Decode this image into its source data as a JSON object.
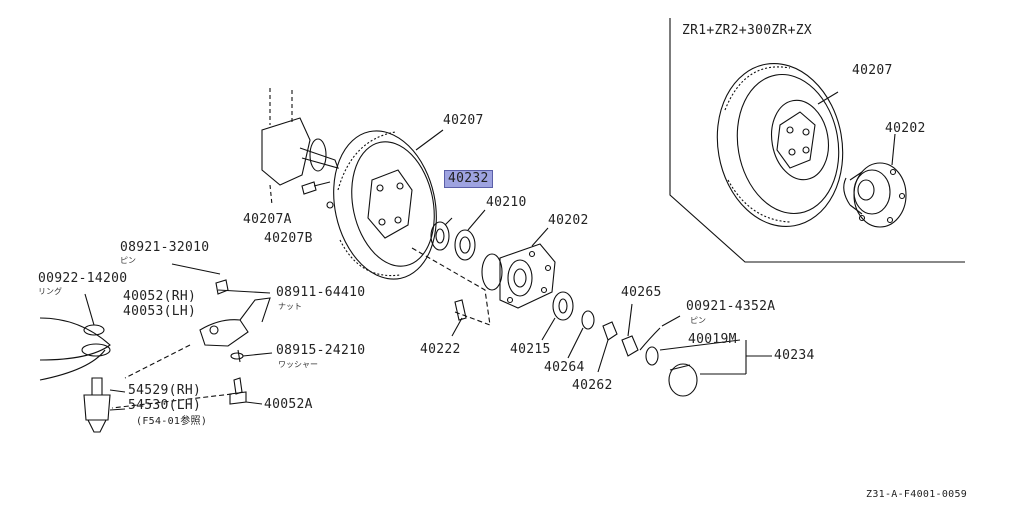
{
  "inset": {
    "title": "ZR1+ZR2+300ZR+ZX",
    "labels": {
      "rotor": "40207",
      "hub": "40202"
    }
  },
  "parts": {
    "p40207": "40207",
    "p40232": "40232",
    "p40210": "40210",
    "p40202": "40202",
    "p40207A": "40207A",
    "p40207B": "40207B",
    "p08921": "08921-32010",
    "p08921_sub": "ピン",
    "p00922": "00922-14200",
    "p00922_sub": "リング",
    "p40052": "40052(RH)",
    "p40053": "40053(LH)",
    "p08911": "08911-64410",
    "p08911_sub": "ナット",
    "p08915": "08915-24210",
    "p08915_sub": "ワッシャー",
    "p54529": "54529(RH)",
    "p54530": "54530(LH)",
    "p54_note": "(F54-01参照)",
    "p40052A": "40052A",
    "p40222": "40222",
    "p40215": "40215",
    "p40264": "40264",
    "p40262": "40262",
    "p40265": "40265",
    "p00921": "00921-4352A",
    "p00921_sub": "ピン",
    "p40019M": "40019M",
    "p40234": "40234"
  },
  "highlight": {
    "part": "40232",
    "color": "#9ea3e0"
  },
  "diagram_code": "Z31-A-F4001-0059"
}
